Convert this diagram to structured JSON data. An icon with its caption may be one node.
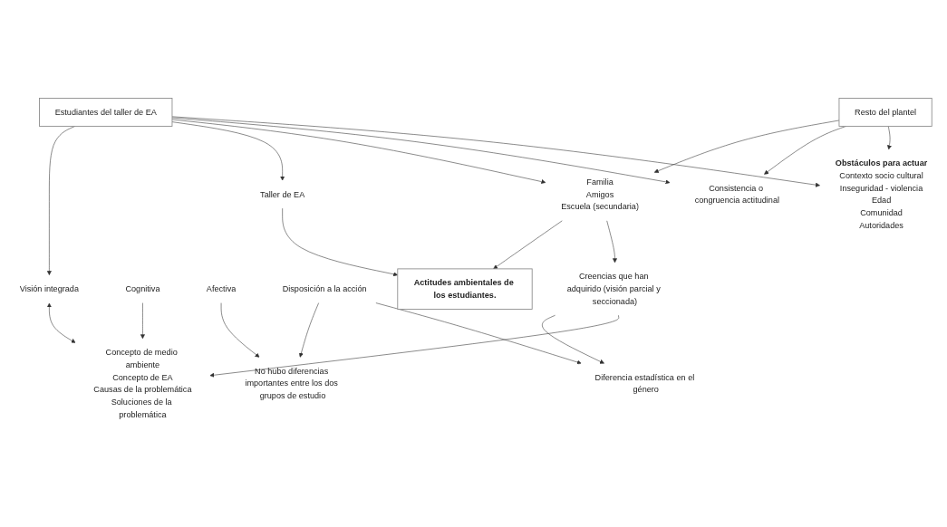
{
  "diagram": {
    "nodes": [
      {
        "text": [
          "Concepto de medio ambiente",
          "Concepto de EA",
          "Causas de la problemática",
          "Soluciones de la problemática"
        ]
      },
      {
        "text": [
          "Visión integrada"
        ]
      },
      {
        "text": [
          "Estudiantes del taller de EA"
        ]
      },
      {
        "text": [
          "Taller de EA"
        ]
      },
      {
        "text": [
          "Cognitiva"
        ]
      },
      {
        "text": [
          "Afectiva"
        ]
      },
      {
        "text": [
          "Disposición a la acción"
        ]
      },
      {
        "text": [
          "Actitudes ambientales de los estudiantes."
        ]
      },
      {
        "text": [
          "Consistencia o congruencia actitudinal"
        ]
      },
      {
        "text": [
          "Obstáculos para actuar",
          "Contexto socio cultural",
          "Inseguridad - violencia",
          "Edad",
          "Comunidad",
          "Autoridades"
        ]
      },
      {
        "text": [
          "No hubo diferencias importantes entre los dos grupos de estudio"
        ]
      },
      {
        "text": [
          "Diferencia estadística en el género"
        ]
      },
      {
        "text": [
          "Familia",
          "Amigos",
          "Escuela (secundaria)"
        ]
      },
      {
        "text": [
          "Creencias que han adquirido (visión parcial y seccionada)"
        ]
      },
      {
        "text": [
          "Resto del plantel"
        ]
      }
    ],
    "edges": [
      {
        "from": 1,
        "to": 0,
        "arrow": "both"
      },
      {
        "from": 2,
        "to": 1,
        "arrow": "to"
      },
      {
        "from": 2,
        "to": 3,
        "arrow": "to"
      },
      {
        "from": 2,
        "to": 12,
        "arrow": "to"
      },
      {
        "from": 2,
        "to": 8,
        "arrow": "to"
      },
      {
        "from": 2,
        "to": 9,
        "arrow": "to"
      },
      {
        "from": 3,
        "to": 7,
        "arrow": "to"
      },
      {
        "from": 4,
        "to": 0,
        "arrow": "to"
      },
      {
        "from": 5,
        "to": 10,
        "arrow": "to"
      },
      {
        "from": 6,
        "to": 10,
        "arrow": "to"
      },
      {
        "from": 6,
        "to": 11,
        "arrow": "to"
      },
      {
        "from": 12,
        "to": 7,
        "arrow": "to"
      },
      {
        "from": 12,
        "to": 13,
        "arrow": "to"
      },
      {
        "from": 14,
        "to": 12,
        "arrow": "to"
      },
      {
        "from": 14,
        "to": 8,
        "arrow": "to"
      },
      {
        "from": 14,
        "to": 9,
        "arrow": "to"
      },
      {
        "from": 13,
        "to": 11,
        "arrow": "to"
      },
      {
        "from": 13,
        "to": 0,
        "arrow": "to"
      }
    ]
  }
}
